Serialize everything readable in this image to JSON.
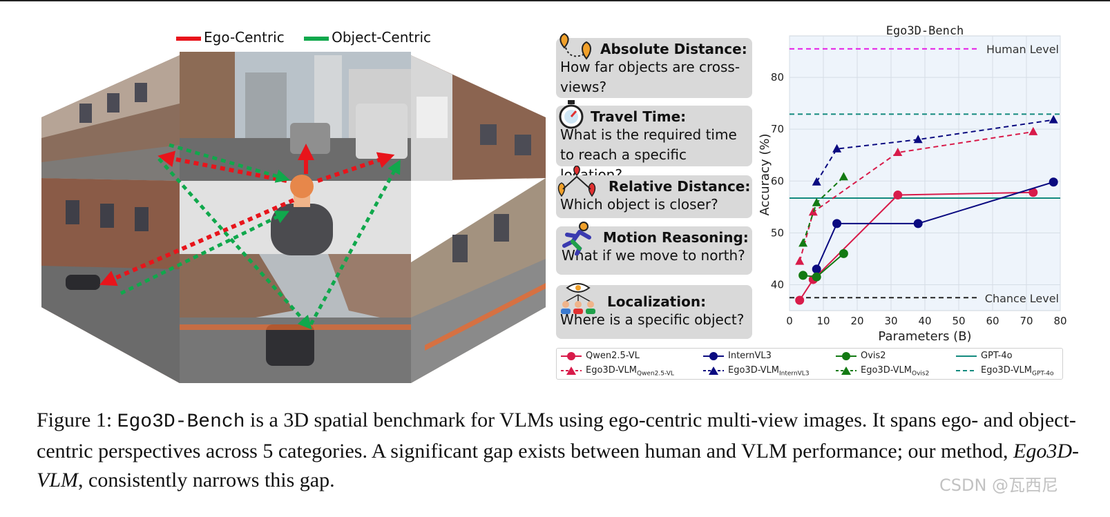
{
  "illustration": {
    "legend": {
      "ego_label": "Ego-Centric",
      "object_label": "Object-Centric",
      "ego_color": "#e8141b",
      "object_color": "#10a84c"
    }
  },
  "questions": [
    {
      "title": "Absolute Distance:",
      "text": "How far objects are cross-views?",
      "icon": "location-pins-icon"
    },
    {
      "title": "Travel Time:",
      "text": "What is the required time to reach a specific location?",
      "icon": "stopwatch-icon"
    },
    {
      "title": "Relative Distance:",
      "text": "Which object is closer?",
      "icon": "triple-pin-icon"
    },
    {
      "title": "Motion Reasoning:",
      "text": "What if we move to north?",
      "icon": "runner-icon"
    },
    {
      "title": "Localization:",
      "text": "Where is a specific object?",
      "icon": "eye-people-icon"
    }
  ],
  "chart_data": {
    "type": "line",
    "title": "Ego3D-Bench",
    "xlabel": "Parameters (B)",
    "ylabel": "Accuracy (%)",
    "xlim": [
      0,
      80
    ],
    "ylim": [
      35,
      88
    ],
    "xticks": [
      0,
      10,
      20,
      30,
      40,
      50,
      60,
      70,
      80
    ],
    "yticks": [
      40,
      50,
      60,
      70,
      80
    ],
    "grid": true,
    "reference_lines": [
      {
        "name": "Human Level",
        "y": 85.5,
        "color": "#e61be6",
        "style": "dashed",
        "label_shown": true
      },
      {
        "name": "GPT-4o",
        "y": 56.7,
        "color": "#138a7e",
        "style": "solid",
        "label_shown": false
      },
      {
        "name": "Ego3D-VLM_GPT-4o",
        "y": 72.9,
        "color": "#138a7e",
        "style": "dashed",
        "label_shown": false
      },
      {
        "name": "Chance Level",
        "y": 37.5,
        "color": "#222222",
        "style": "dashed",
        "label_shown": true
      }
    ],
    "series": [
      {
        "name": "Qwen2.5-VL",
        "color": "#d81b4a",
        "marker": "circle",
        "style": "solid",
        "x": [
          3,
          7,
          32,
          72
        ],
        "y": [
          37,
          41,
          57.3,
          57.8
        ]
      },
      {
        "name": "Ego3D-VLM_Qwen2.5-VL",
        "color": "#d81b4a",
        "marker": "triangle",
        "style": "dashed",
        "x": [
          3,
          7,
          32,
          72
        ],
        "y": [
          44.5,
          54,
          65.5,
          69.5
        ]
      },
      {
        "name": "InternVL3",
        "color": "#0a0a80",
        "marker": "circle",
        "style": "solid",
        "x": [
          8,
          14,
          38,
          78
        ],
        "y": [
          43,
          51.8,
          51.8,
          59.8
        ]
      },
      {
        "name": "Ego3D-VLM_InternVL3",
        "color": "#0a0a80",
        "marker": "triangle",
        "style": "dashed",
        "x": [
          8,
          14,
          38,
          78
        ],
        "y": [
          59.8,
          66.2,
          68,
          71.8
        ]
      },
      {
        "name": "Ovis2",
        "color": "#137a13",
        "marker": "circle",
        "style": "solid",
        "x": [
          4,
          8,
          16
        ],
        "y": [
          41.8,
          41.5,
          46
        ]
      },
      {
        "name": "Ego3D-VLM_Ovis2",
        "color": "#137a13",
        "marker": "triangle",
        "style": "dashed",
        "x": [
          4,
          8,
          16
        ],
        "y": [
          48,
          55.8,
          60.8
        ]
      }
    ],
    "legend_placement": "bottom"
  },
  "legend": {
    "qwen": "Qwen2.5-VL",
    "internvl": "InternVL3",
    "ovis": "Ovis2",
    "gpt": "GPT-4o",
    "ego_prefix": "Ego3D-VLM",
    "sub_qwen": "Qwen2.5-VL",
    "sub_internvl": "InternVL3",
    "sub_ovis": "Ovis2",
    "sub_gpt": "GPT-4o"
  },
  "caption": {
    "prefix": "Figure 1: ",
    "bench": "Ego3D-Bench",
    "part1": " is a 3D spatial benchmark for VLMs using ego-centric multi-view images. It spans ego- and object-centric perspectives across 5 categories. A significant gap exists between human and VLM performance; our method, ",
    "method": "Ego3D-VLM",
    "part2": ", consistently narrows this gap."
  },
  "watermark": "CSDN @瓦西尼"
}
